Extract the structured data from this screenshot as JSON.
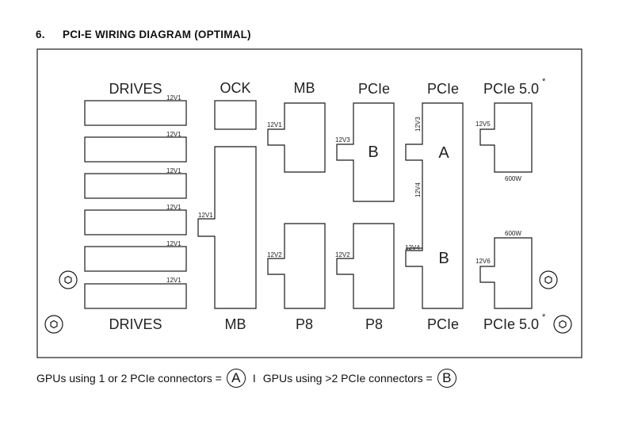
{
  "heading": {
    "number": "6.",
    "title": "PCI-E WIRING DIAGRAM (OPTIMAL)"
  },
  "columns": {
    "drives_top": "DRIVES",
    "drives_bottom": "DRIVES",
    "ock": "OCK",
    "mb_top": "MB",
    "mb_bottom": "MB",
    "pcie_b_top": "PCIe",
    "pcie_a_top": "PCIe",
    "pcie5_top": "PCIe 5.0",
    "p8_left": "P8",
    "p8_right": "P8",
    "pcie_ab_bottom": "PCIe",
    "pcie5_bottom": "PCIe 5.0",
    "asterisk": "*"
  },
  "rails": {
    "drive_rail": "12V1",
    "mb_24pin": "12V1",
    "mb_top": "12V1",
    "mb_p8": "12V2",
    "pcie_b_top": "12V3",
    "pcie_b_bottom": "12V2",
    "pcie_a": "12V3",
    "pcie_a_mid": "12V4",
    "pcie_b_right": "12V4",
    "pcie5_top": "12V5",
    "pcie5_bottom": "12V6"
  },
  "markers": {
    "a": "A",
    "b": "B"
  },
  "wattage": {
    "top": "600W",
    "bottom": "600W"
  },
  "legend": {
    "part1": "GPUs using 1 or 2 PCIe connectors =",
    "symbol_a": "A",
    "separator": "I",
    "part2": "GPUs using >2 PCIe connectors =",
    "symbol_b": "B"
  }
}
